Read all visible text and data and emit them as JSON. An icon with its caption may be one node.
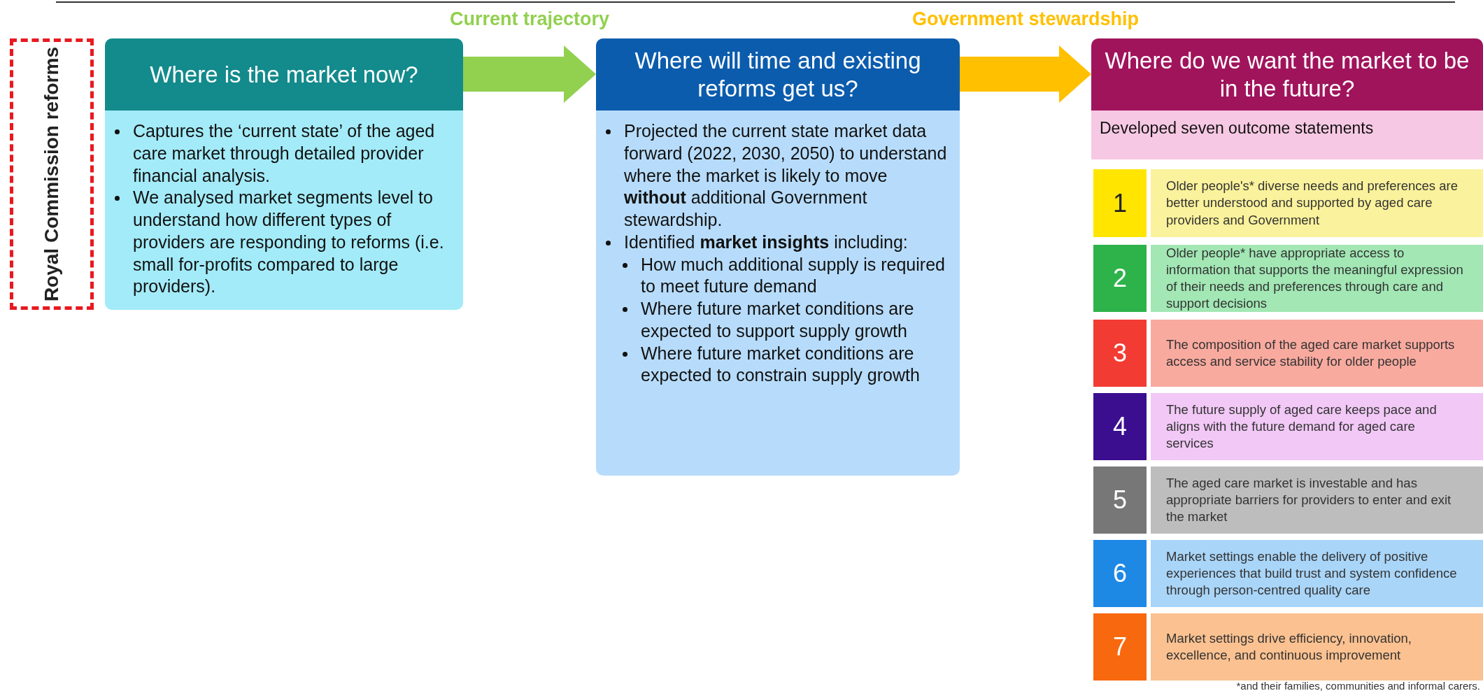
{
  "diagram": {
    "nodes": [
      {
        "text": [
          "Royal Commission reforms"
        ]
      },
      {
        "text": [
          "Where is the market now?",
          "Captures the ‘current state’ of the aged care market through detailed provider financial analysis.",
          "We analysed market segments level to understand how different types of providers are responding to reforms (i.e. small for-profits compared to large providers)."
        ]
      },
      {
        "text": [
          "Where will time and existing reforms get us?",
          "Projected the current state market data forward (2022, 2030, 2050) to understand where the market is likely to move **without** additional Government stewardship.",
          "Identified **market insights** including:",
          "How much additional supply is required to meet future demand",
          "Where future market conditions are expected to support supply growth",
          "Where future market conditions are expected to constrain supply growth"
        ]
      },
      {
        "text": [
          "Where do we want the market to be in the future?",
          "Developed seven outcome statements"
        ]
      },
      {
        "text": [
          "1",
          "Older people's* diverse needs and preferences are better understood and supported by aged care providers and Government"
        ]
      },
      {
        "text": [
          "2",
          "Older people* have appropriate access to information that supports the meaningful expression of their needs and preferences through care and support decisions"
        ]
      },
      {
        "text": [
          "3",
          "The composition of the aged care market supports access and service stability for older people"
        ]
      },
      {
        "text": [
          "4",
          "The future supply of aged care keeps pace and aligns with the future demand for aged care services"
        ]
      },
      {
        "text": [
          "5",
          "The aged care market is investable and has appropriate barriers for providers to enter and exit the market"
        ]
      },
      {
        "text": [
          "6",
          "Market settings enable the delivery of positive experiences that build trust and system confidence through person-centred quality care"
        ]
      },
      {
        "text": [
          "7",
          "Market settings drive efficiency, innovation, excellence, and continuous improvement"
        ]
      }
    ],
    "edges": [
      {
        "from": 1,
        "to": 2,
        "arrow": "to",
        "label": "Current trajectory",
        "style": "thick",
        "color": "#92d050"
      },
      {
        "from": 2,
        "to": 3,
        "arrow": "to",
        "label": "Government stewardship",
        "style": "thick",
        "color": "#ffc000"
      }
    ],
    "labels": [
      "*and their families, communities and informal carers."
    ]
  }
}
